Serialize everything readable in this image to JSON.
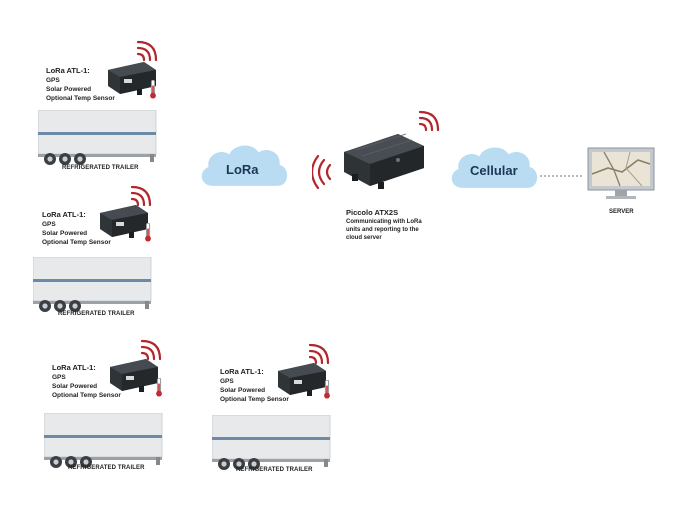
{
  "units": [
    {
      "title": "LoRa ATL-1:",
      "lines": [
        "GPS",
        "Solar Powered",
        "Optional Temp Sensor"
      ],
      "trailer_label": "REFRIGERATED TRAILER"
    },
    {
      "title": "LoRa ATL-1:",
      "lines": [
        "GPS",
        "Solar Powered",
        "Optional Temp Sensor"
      ],
      "trailer_label": "REFRIGERATED TRAILER"
    },
    {
      "title": "LoRa ATL-1:",
      "lines": [
        "GPS",
        "Solar Powered",
        "Optional Temp Sensor"
      ],
      "trailer_label": "REFRIGERATED TRAILER"
    },
    {
      "title": "LoRa ATL-1:",
      "lines": [
        "GPS",
        "Solar Powered",
        "Optional Temp Sensor"
      ],
      "trailer_label": "REFRIGERATED TRAILER"
    }
  ],
  "clouds": {
    "lora": "LoRa",
    "cellular": "Cellular"
  },
  "gateway": {
    "title": "Piccolo ATX2S",
    "description": [
      "Communicating with LoRa",
      "units and reporting to the",
      "cloud server"
    ]
  },
  "server": {
    "label": "SERVER"
  },
  "colors": {
    "cloud": "#b9dcf2",
    "signal": "#b3262c",
    "device": "#2f3437",
    "trailer_stripe": "#6c8aa8"
  }
}
